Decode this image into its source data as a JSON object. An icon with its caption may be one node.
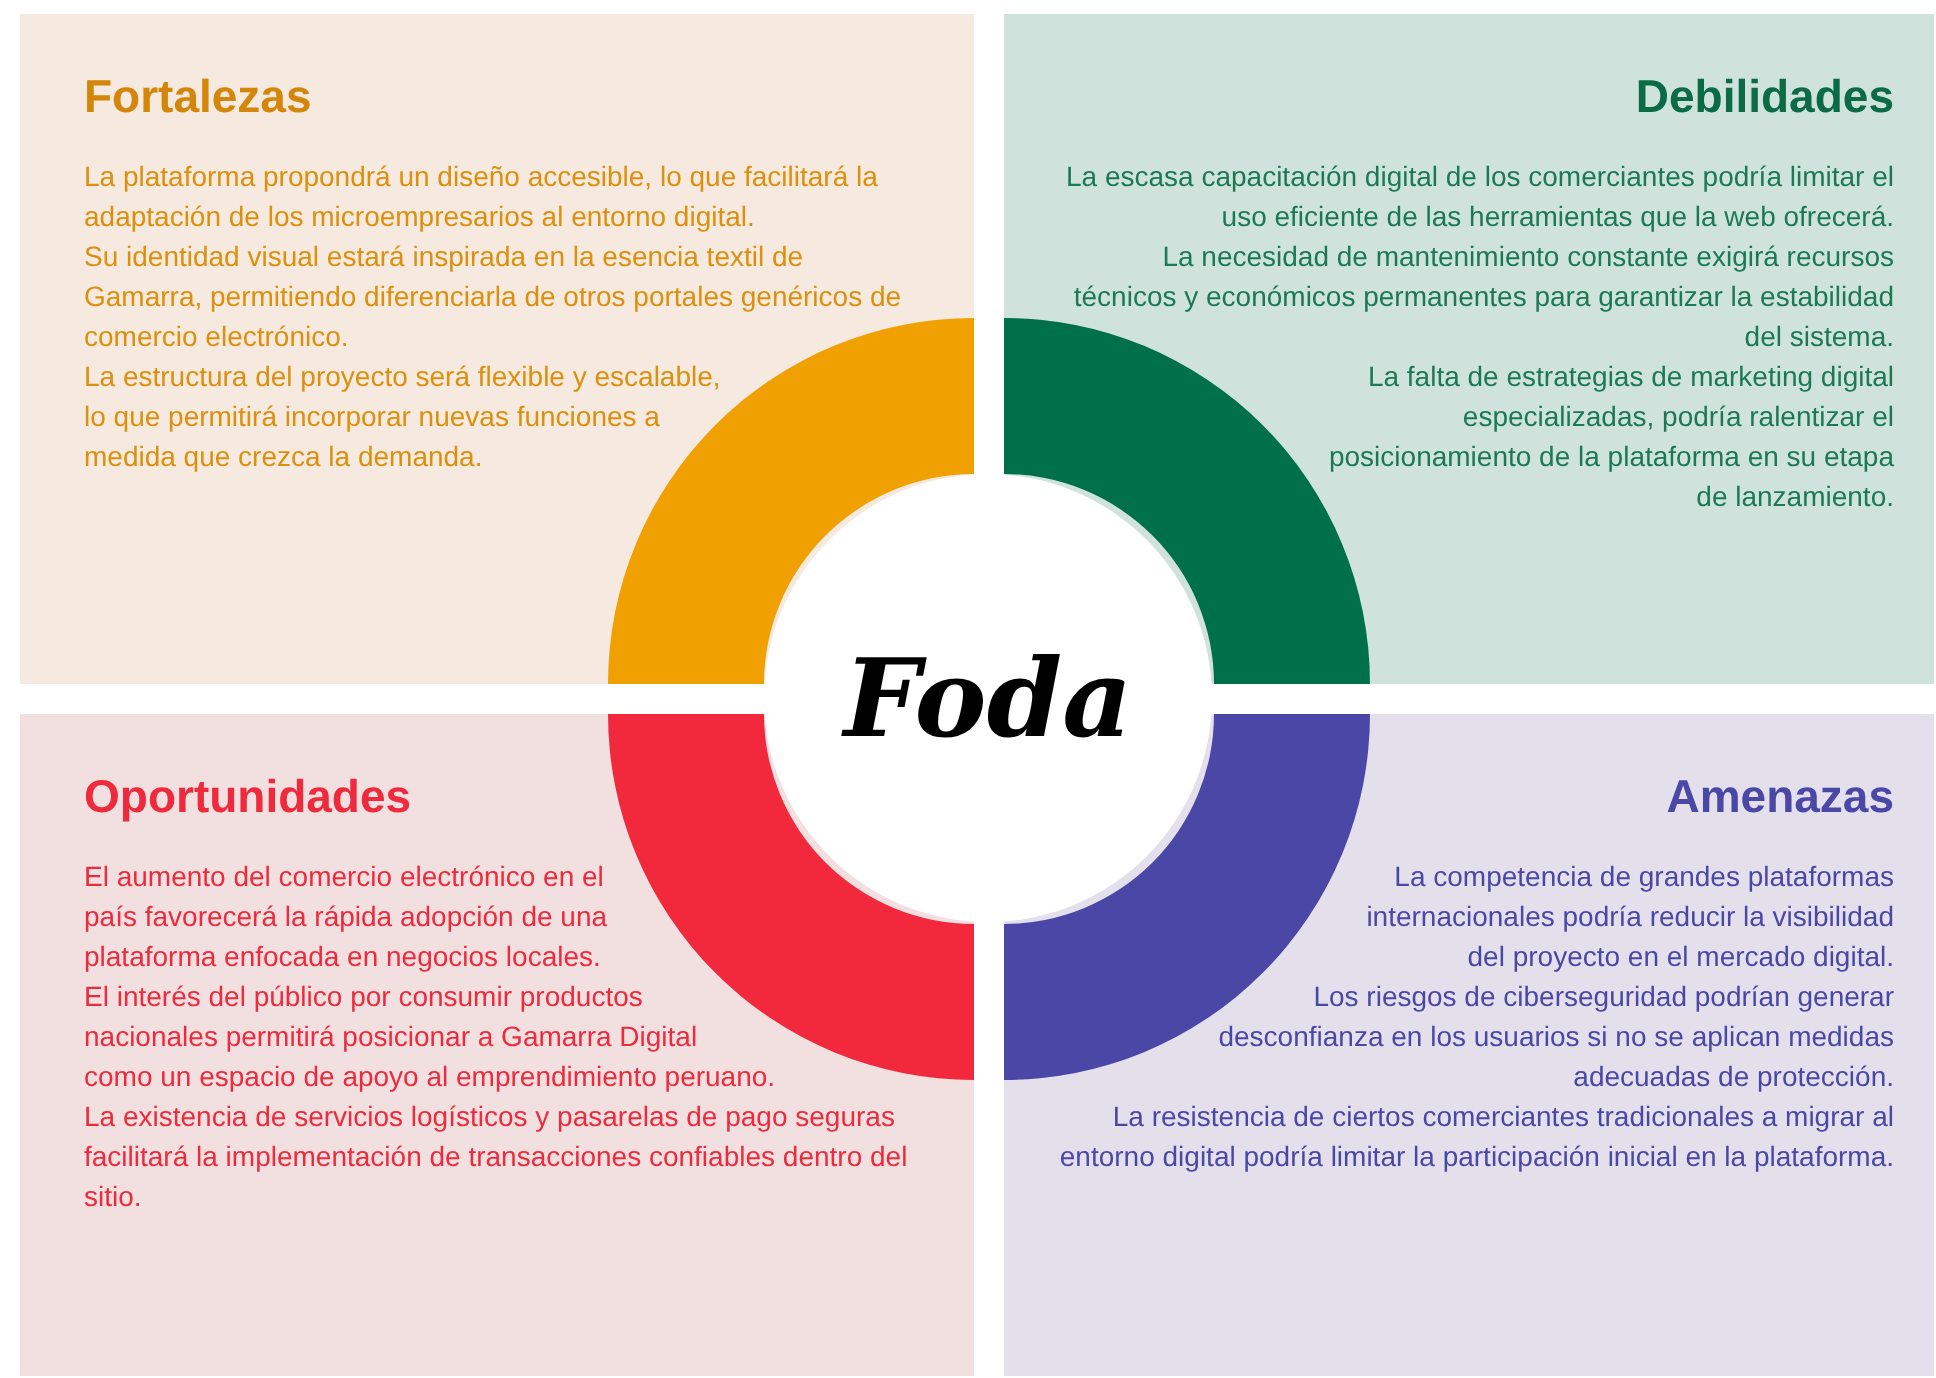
{
  "diagram": {
    "nodes": [
      {
        "text": [
          "Fortalezas",
          "La plataforma propondrá un diseño accesible, lo que facilitará la adaptación de los microempresarios al entorno digital.",
          "Su identidad visual estará inspirada en la esencia textil de Gamarra, permitiendo diferenciarla de otros portales genéricos de comercio electrónico.",
          "La estructura del proyecto será flexible y escalable, lo que permitirá incorporar nuevas funciones a medida que crezca la demanda."
        ]
      },
      {
        "text": [
          "Debilidades",
          "La escasa capacitación digital de los comerciantes podría limitar el uso eficiente de las herramientas que la web ofrecerá.",
          "La necesidad de mantenimiento constante exigirá recursos técnicos y económicos permanentes para garantizar la estabilidad del sistema.",
          "La falta de estrategias de marketing digital especializadas, podría ralentizar el posicionamiento de la plataforma en su etapa de lanzamiento."
        ]
      },
      {
        "text": [
          "Oportunidades",
          "El aumento del comercio electrónico en el país favorecerá la rápida adopción de una plataforma enfocada en negocios locales.",
          "El interés del público por consumir productos nacionales permitirá posicionar a Gamarra Digital como un espacio de apoyo al emprendimiento peruano.",
          "La existencia de servicios logísticos y pasarelas de pago seguras facilitará la implementación de transacciones confiables dentro del sitio."
        ]
      },
      {
        "text": [
          "Amenazas",
          "La competencia de grandes plataformas internacionales podría reducir la visibilidad del proyecto en el mercado digital.",
          "Los riesgos de ciberseguridad podrían generar desconfianza en los usuarios si no se aplican medidas adecuadas de protección.",
          "La resistencia de ciertos comerciantes tradicionales a migrar al entorno digital podría limitar la participación inicial en la plataforma."
        ]
      },
      {
        "text": [
          "Foda"
        ]
      },
      {
        "text": [],
        "shape": "arc",
        "in": 0
      },
      {
        "text": [],
        "shape": "arc",
        "in": 1
      },
      {
        "text": [],
        "shape": "arc",
        "in": 2
      },
      {
        "text": [],
        "shape": "arc",
        "in": 3
      }
    ]
  }
}
